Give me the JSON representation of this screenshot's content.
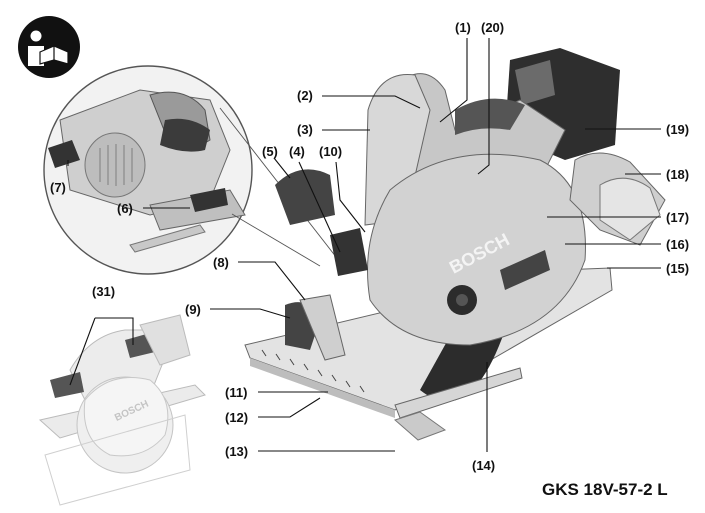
{
  "model": "GKS 18V-57-2 L",
  "icons": {
    "manual": "read-manual-icon"
  },
  "brand_text": "BOSCH",
  "callouts": {
    "c1": "(1)",
    "c2": "(2)",
    "c3": "(3)",
    "c4": "(4)",
    "c5": "(5)",
    "c6": "(6)",
    "c7": "(7)",
    "c8": "(8)",
    "c9": "(9)",
    "c10": "(10)",
    "c11": "(11)",
    "c12": "(12)",
    "c13": "(13)",
    "c14": "(14)",
    "c15": "(15)",
    "c16": "(16)",
    "c17": "(17)",
    "c18": "(18)",
    "c19": "(19)",
    "c20": "(20)",
    "c31": "(31)"
  }
}
